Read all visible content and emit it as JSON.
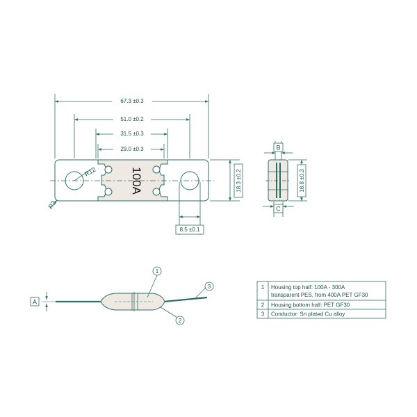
{
  "colors": {
    "ink": "#2f6e64",
    "body_fill": "#efe9e4",
    "label_fill": "#ffffff",
    "rating_text": "#111111"
  },
  "fuse_rating": "100A",
  "dimensions": {
    "d_67": "67.3 ±0.3",
    "d_51": "51.0 ±0.2",
    "d_31": "31.5 ±0.3",
    "d_29": "29.0 ±0.3",
    "d_183a": "18.3 ±0.2",
    "d_85": "8.5 ±0.1",
    "d_188": "18.8 ±0.3",
    "r12": "R12",
    "r2": "R2"
  },
  "view_labels": {
    "b": "B",
    "c": "C",
    "a": "A"
  },
  "callouts": [
    "1",
    "2",
    "3"
  ],
  "legend": [
    {
      "num": "1",
      "lines": [
        "Housing top half: 100A - 300A",
        "transparent PES, from 400A PET GF30"
      ]
    },
    {
      "num": "2",
      "lines": [
        "Housing bottom half: PET GF30"
      ]
    },
    {
      "num": "3",
      "lines": [
        "Conductor: Sn plated Cu alloy"
      ]
    }
  ]
}
